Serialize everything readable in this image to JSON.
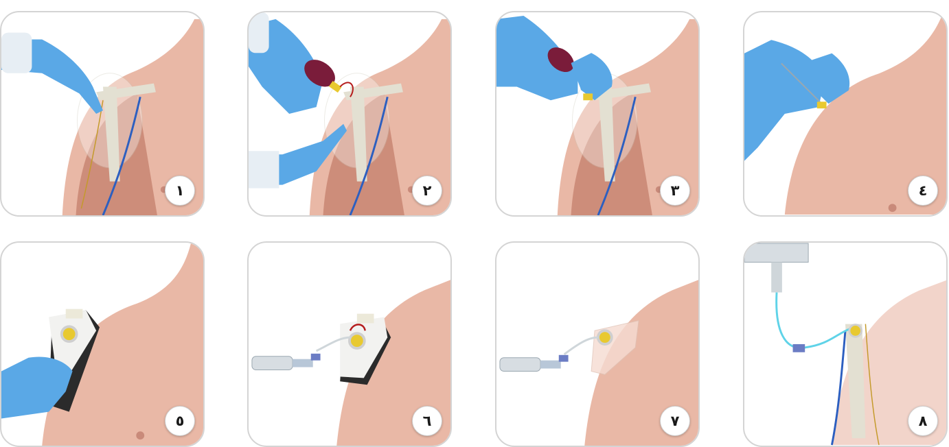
{
  "colors": {
    "skin": "#e9b8a6",
    "skin_shadow": "#d89c87",
    "glove": "#5aa8e6",
    "glove_dark": "#3f86c6",
    "vein": "#2c5fc0",
    "bone": "#e3e0d2",
    "drill": "#7a1c3a",
    "needle_hub": "#e8c930",
    "tubing": "#5fd3e8",
    "panel_border": "#d4d4d4"
  },
  "panels": [
    {
      "step": "١",
      "icon": "finger-palpation-icon"
    },
    {
      "step": "٢",
      "icon": "drill-insertion-icon"
    },
    {
      "step": "٣",
      "icon": "needle-placement-icon"
    },
    {
      "step": "٤",
      "icon": "stylet-removal-icon"
    },
    {
      "step": "٥",
      "icon": "dressing-application-icon"
    },
    {
      "step": "٦",
      "icon": "syringe-connection-icon"
    },
    {
      "step": "٧",
      "icon": "secured-site-icon"
    },
    {
      "step": "٨",
      "icon": "infusion-bag-icon"
    }
  ]
}
